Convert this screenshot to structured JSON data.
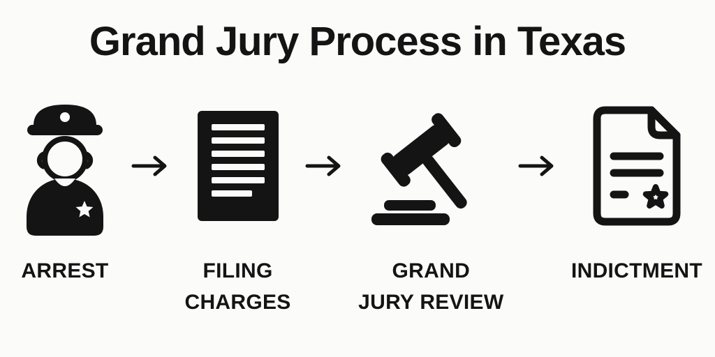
{
  "title": "Grand Jury Process in Texas",
  "steps": [
    {
      "id": "arrest",
      "label": "ARREST",
      "icon": "police-officer-icon"
    },
    {
      "id": "filing-charges",
      "label": "FILING\nCHARGES",
      "icon": "charges-document-icon"
    },
    {
      "id": "grand-jury-review",
      "label": "GRAND\nJURY REVIEW",
      "icon": "gavel-icon"
    },
    {
      "id": "indictment",
      "label": "INDICTMENT",
      "icon": "indictment-document-icon"
    }
  ],
  "arrow_icon": "right-arrow-icon",
  "colors": {
    "ink": "#141414",
    "background": "#fbfbfa"
  }
}
